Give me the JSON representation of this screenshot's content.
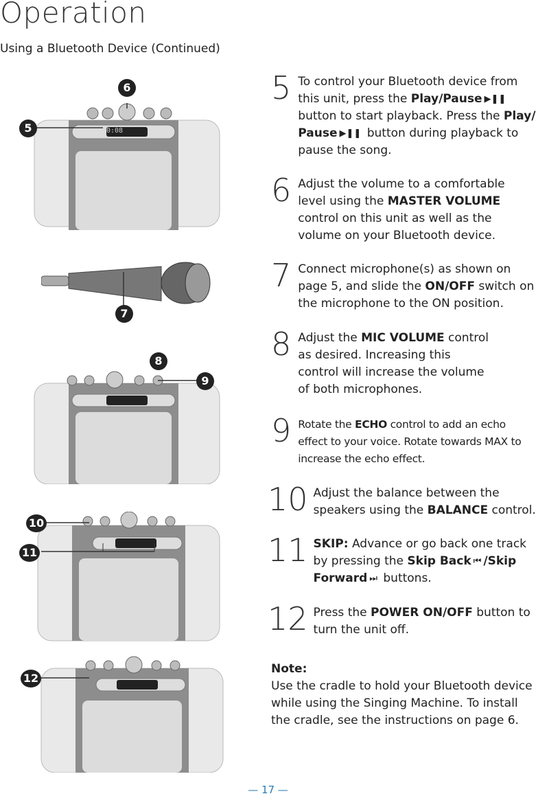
{
  "header": {
    "title": "Operation",
    "subtitle": "Using a Bluetooth Device (Continued)"
  },
  "callouts": {
    "c5": "5",
    "c6": "6",
    "c7": "7",
    "c8": "8",
    "c9": "9",
    "c10": "10",
    "c11": "11",
    "c12": "12"
  },
  "display_readout": "0:08",
  "steps": [
    {
      "num": "5",
      "parts": [
        "To control your Bluetooth device from this unit, press the ",
        "Play/Pause",
        " button to start playback. Press the ",
        "Play/ Pause",
        " button during playback to pause the song."
      ]
    },
    {
      "num": "6",
      "parts": [
        "Adjust the volume to a comfortable level using the ",
        "MASTER VOLUME",
        " control on this unit as well as the volume on your Bluetooth device."
      ]
    },
    {
      "num": "7",
      "parts": [
        "Connect microphone(s) as shown on page 5, and slide the ",
        "ON/OFF",
        " switch on the microphone to the ON position."
      ]
    },
    {
      "num": "8",
      "parts": [
        "Adjust the ",
        "MIC VOLUME",
        " control as desired. Increasing this control will increase the volume of both microphones."
      ]
    },
    {
      "num": "9",
      "parts": [
        "Rotate the ",
        "ECHO",
        " control to add an echo effect to your voice. Rotate towards MAX to increase the echo effect."
      ]
    },
    {
      "num": "10",
      "parts": [
        "Adjust the balance between the speakers using the ",
        "BALANCE",
        " control."
      ]
    },
    {
      "num": "11",
      "parts": [
        "SKIP:",
        " Advance or go back one track by pressing the ",
        "Skip Back",
        "/Skip Forward",
        " buttons."
      ]
    },
    {
      "num": "12",
      "parts": [
        "Press the ",
        "POWER ON/OFF",
        " button to turn the unit off."
      ]
    }
  ],
  "note": {
    "label": "Note:",
    "text": "Use the cradle to hold your Bluetooth device while using the Singing Machine. To install the cradle, see the instructions on page 6."
  },
  "footer": "— 17 —"
}
